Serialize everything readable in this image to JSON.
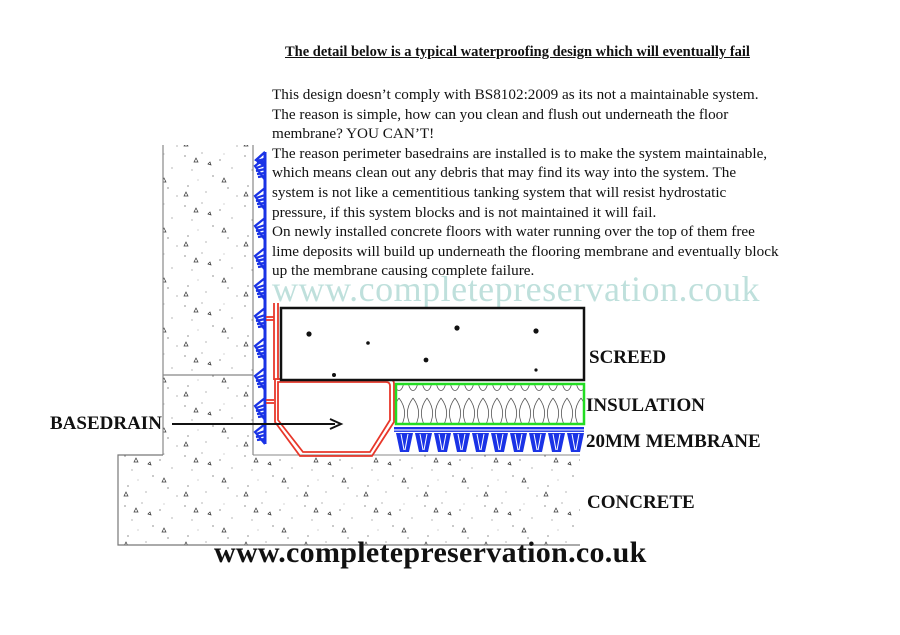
{
  "header": {
    "title": "The detail below is a typical waterproofing design which will eventually fail"
  },
  "description": {
    "lines": [
      "This design doesn’t comply with BS8102:2009 as its not a maintainable system.",
      "The reason is simple, how can you clean and flush out underneath the floor",
      "membrane? YOU CAN’T!",
      "The reason perimeter basedrains are installed is to make the system maintainable,",
      "which means clean out any debris that may find its way into the system. The",
      "system is not like a cementitious tanking system that will resist hydrostatic",
      "pressure, if this system blocks and is not maintained it will fail.",
      "On newly installed concrete floors with water running over the top of them free",
      "lime deposits will build up underneath the flooring membrane and eventually block",
      "up the membrane causing complete failure."
    ]
  },
  "watermark": "www.completepreservation.couk",
  "diagram": {
    "labels": {
      "screed": "SCREED",
      "insulation": "INSULATION",
      "membrane": "20MM MEMBRANE",
      "concrete": "CONCRETE",
      "basedrain": "BASEDRAIN"
    },
    "colors": {
      "wall_membrane": "#1a33e6",
      "drain_channel": "#e8372a",
      "insulation_border": "#22dd22",
      "floor_membrane": "#1a33e6",
      "outline": "#111111"
    }
  },
  "footer": {
    "url": "www.completepreservation.co.uk"
  }
}
